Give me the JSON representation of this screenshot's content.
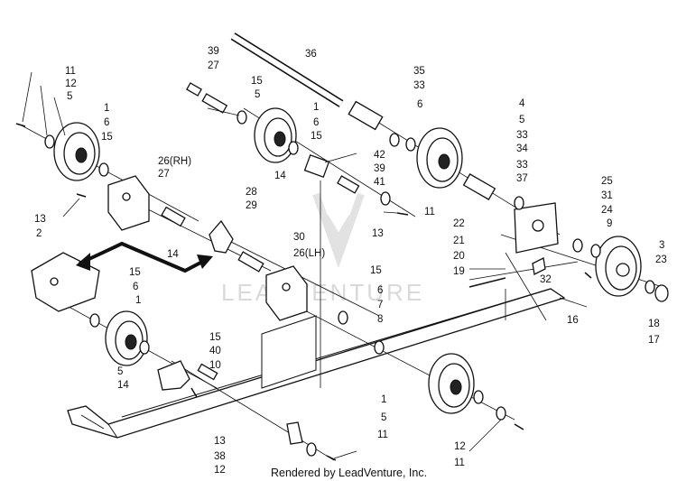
{
  "watermark": "LEADVENTURE",
  "credit": "Rendered by LeadVenture, Inc.",
  "callouts": [
    {
      "id": "c1",
      "text": "11"
    },
    {
      "id": "c2",
      "text": "12"
    },
    {
      "id": "c3",
      "text": "5"
    },
    {
      "id": "c4",
      "text": "1"
    },
    {
      "id": "c5",
      "text": "6"
    },
    {
      "id": "c6",
      "text": "15"
    },
    {
      "id": "c7",
      "text": "13"
    },
    {
      "id": "c8",
      "text": "2"
    },
    {
      "id": "c9",
      "text": "26(RH)"
    },
    {
      "id": "c10",
      "text": "27"
    },
    {
      "id": "c11",
      "text": "14"
    },
    {
      "id": "c12",
      "text": "15"
    },
    {
      "id": "c13",
      "text": "6"
    },
    {
      "id": "c14",
      "text": "1"
    },
    {
      "id": "c15",
      "text": "15"
    },
    {
      "id": "c16",
      "text": "40"
    },
    {
      "id": "c17",
      "text": "10"
    },
    {
      "id": "c18",
      "text": "5"
    },
    {
      "id": "c19",
      "text": "14"
    },
    {
      "id": "c20",
      "text": "13"
    },
    {
      "id": "c21",
      "text": "38"
    },
    {
      "id": "c22",
      "text": "12"
    },
    {
      "id": "c23",
      "text": "11"
    },
    {
      "id": "c24",
      "text": "39"
    },
    {
      "id": "c25",
      "text": "27"
    },
    {
      "id": "c26",
      "text": "15"
    },
    {
      "id": "c27",
      "text": "5"
    },
    {
      "id": "c28",
      "text": "36"
    },
    {
      "id": "c29",
      "text": "1"
    },
    {
      "id": "c30",
      "text": "6"
    },
    {
      "id": "c31",
      "text": "15"
    },
    {
      "id": "c32",
      "text": "14"
    },
    {
      "id": "c33",
      "text": "42"
    },
    {
      "id": "c34",
      "text": "39"
    },
    {
      "id": "c35",
      "text": "41"
    },
    {
      "id": "c36",
      "text": "28"
    },
    {
      "id": "c37",
      "text": "29"
    },
    {
      "id": "c38",
      "text": "13"
    },
    {
      "id": "c39",
      "text": "30"
    },
    {
      "id": "c40",
      "text": "26(LH)"
    },
    {
      "id": "c41",
      "text": "15"
    },
    {
      "id": "c42",
      "text": "6"
    },
    {
      "id": "c43",
      "text": "7"
    },
    {
      "id": "c44",
      "text": "8"
    },
    {
      "id": "c45",
      "text": "11"
    },
    {
      "id": "c46",
      "text": "35"
    },
    {
      "id": "c47",
      "text": "33"
    },
    {
      "id": "c48",
      "text": "6"
    },
    {
      "id": "c49",
      "text": "4"
    },
    {
      "id": "c50",
      "text": "5"
    },
    {
      "id": "c51",
      "text": "33"
    },
    {
      "id": "c52",
      "text": "34"
    },
    {
      "id": "c53",
      "text": "33"
    },
    {
      "id": "c54",
      "text": "37"
    },
    {
      "id": "c55",
      "text": "25"
    },
    {
      "id": "c56",
      "text": "31"
    },
    {
      "id": "c57",
      "text": "24"
    },
    {
      "id": "c58",
      "text": "9"
    },
    {
      "id": "c59",
      "text": "3"
    },
    {
      "id": "c60",
      "text": "23"
    },
    {
      "id": "c61",
      "text": "22"
    },
    {
      "id": "c62",
      "text": "21"
    },
    {
      "id": "c63",
      "text": "20"
    },
    {
      "id": "c64",
      "text": "19"
    },
    {
      "id": "c65",
      "text": "32"
    },
    {
      "id": "c66",
      "text": "16"
    },
    {
      "id": "c67",
      "text": "18"
    },
    {
      "id": "c68",
      "text": "17"
    },
    {
      "id": "c69",
      "text": "1"
    },
    {
      "id": "c70",
      "text": "5"
    },
    {
      "id": "c71",
      "text": "12"
    },
    {
      "id": "c72",
      "text": "11"
    }
  ]
}
